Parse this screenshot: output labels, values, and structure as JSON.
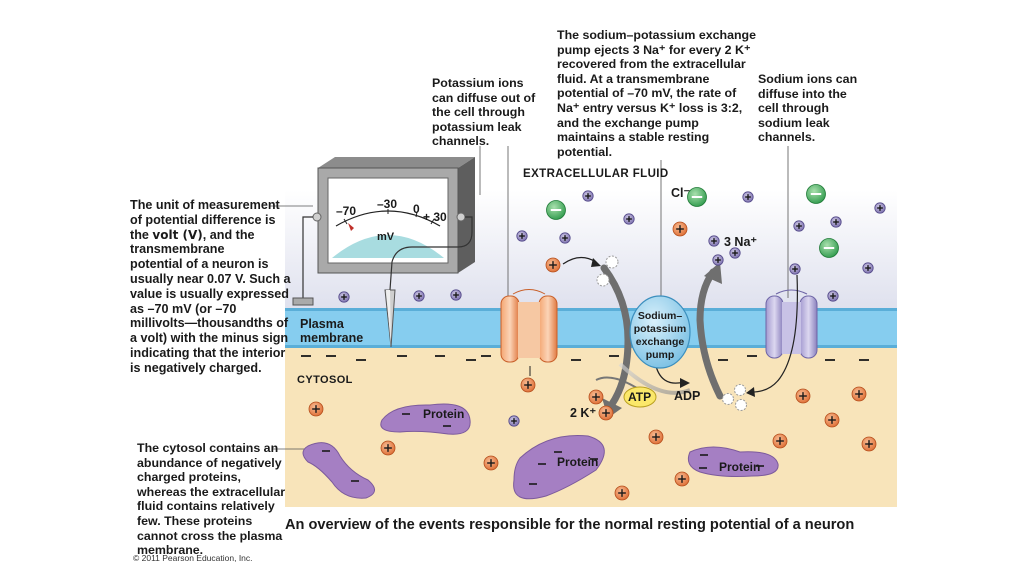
{
  "callouts": {
    "potassium": [
      "Potassium ions",
      "can diffuse out of",
      "the cell through",
      "potassium leak",
      "channels."
    ],
    "pump": [
      "The sodium–potassium exchange",
      "pump ejects 3 Na⁺ for every 2 K⁺",
      "recovered from the extracellular",
      "fluid. At a transmembrane",
      "potential of –70 mV, the rate of",
      "Na⁺ entry versus  K⁺ loss is 3:2,",
      "and the exchange pump",
      "maintains a stable resting",
      "potential."
    ],
    "sodium": [
      "Sodium ions can",
      "diffuse into the",
      "cell through",
      "sodium leak",
      "channels."
    ],
    "volt_pre": "The unit of measurement",
    "volt_lines": [
      "of potential difference is"
    ],
    "volt_line3_a": "the ",
    "volt_line3_b": "volt (V)",
    "volt_line3_c": ", and the",
    "volt_rest": [
      "transmembrane",
      "potential of a neuron is",
      "usually near 0.07 V. Such a",
      "value is usually expressed",
      "as –70 mV (or –70",
      "millivolts—thousandths of",
      "a volt) with the minus sign",
      "indicating that the interior",
      "is negatively charged."
    ],
    "cytosol_note": [
      "The cytosol contains an",
      "abundance of negatively",
      "charged proteins,",
      "whereas the extracellular",
      "fluid contains relatively",
      "few. These proteins",
      "cannot cross the plasma",
      "membrane."
    ]
  },
  "labels": {
    "extracellular": "EXTRACELLULAR FLUID",
    "cytosol": "CYTOSOL",
    "plasma": "Plasma",
    "membrane": "membrane",
    "pump_l1": "Sodium–",
    "pump_l2": "potassium",
    "pump_l3": "exchange",
    "pump_l4": "pump",
    "atp": "ATP",
    "adp": "ADP",
    "k2": "2 K⁺",
    "na3": "3 Na⁺",
    "cl": "Cl⁻",
    "protein": "Protein"
  },
  "meter": {
    "tick_m70": "–70",
    "tick_m30": "–30",
    "tick_0": "0",
    "tick_p30": "+ 30",
    "unit": "mV"
  },
  "caption": "An overview of the events responsible for the normal resting potential of a neuron",
  "copyright": "© 2011 Pearson Education, Inc.",
  "colors": {
    "extracellular": "#e4e6ef",
    "membrane": "#7ec8ea",
    "cytosol": "#f7e3b8",
    "protein": "#a77fc2",
    "k_ion": "#e8814d",
    "na_ion": "#8a7fb5",
    "cl_ion": "#3aa657",
    "pump": "#9fd3ee"
  }
}
